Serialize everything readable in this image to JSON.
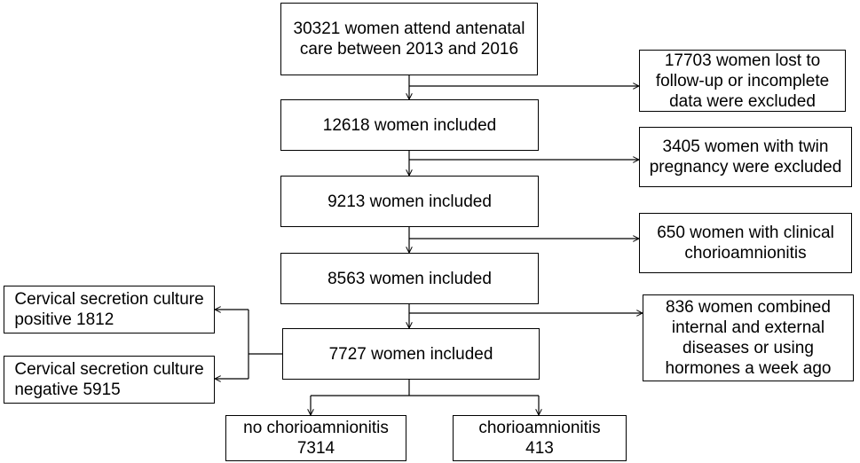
{
  "flowchart": {
    "nodes": {
      "start": "30321 women attend antenatal\ncare between 2013 and 2016",
      "included_1": "12618 women included",
      "included_2": "9213 women included",
      "included_3": "8563 women included",
      "included_4": "7727 women included",
      "excluded_lost": "17703 women lost to\nfollow-up or incomplete\ndata were excluded",
      "excluded_twin": "3405 women with twin\npregnancy were excluded",
      "excluded_chorio": "650 women with clinical\nchorioamnionitis",
      "excluded_disease": "836 women combined\ninternal and external\ndiseases or using\nhormones a week ago",
      "culture_positive": "Cervical secretion culture\npositive 1812",
      "culture_negative": "Cervical secretion culture\nnegative 5915",
      "no_chorio": "no chorioamnionitis\n7314",
      "chorio": "chorioamnionitis\n413"
    },
    "colors": {
      "line": "#000000",
      "box_border": "#000000",
      "background": "#ffffff"
    }
  }
}
